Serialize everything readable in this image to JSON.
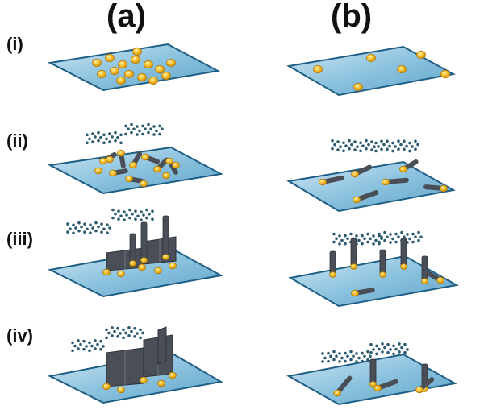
{
  "columns": [
    {
      "label": "(a)"
    },
    {
      "label": "(b)"
    }
  ],
  "rows": [
    {
      "label": "(i)"
    },
    {
      "label": "(ii)"
    },
    {
      "label": "(iii)"
    },
    {
      "label": "(iv)"
    }
  ],
  "colors": {
    "substrate_fill": "#8cc3df",
    "substrate_edge": "#1f5e84",
    "catalyst_particle": "#f5b51f",
    "nanostructure": "#4a4f57",
    "precursor_dots": "#2c5a70"
  }
}
